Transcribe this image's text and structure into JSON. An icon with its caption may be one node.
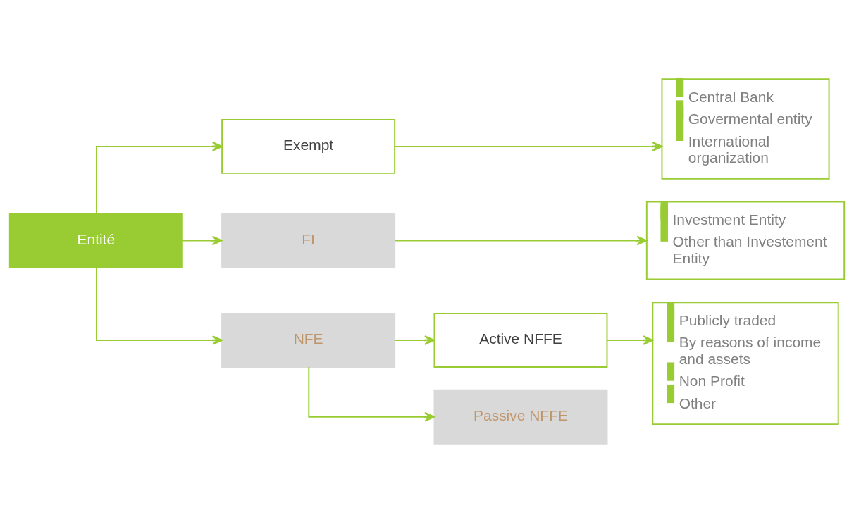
{
  "diagram": {
    "nodes": [
      {
        "text": [
          "Entité"
        ]
      },
      {
        "text": [
          "Exempt"
        ]
      },
      {
        "text": [
          "Central Bank",
          "Govermental entity",
          "International organization"
        ]
      },
      {
        "text": [
          "FI"
        ]
      },
      {
        "text": [
          "Investment Entity",
          "Other than Investement Entity"
        ]
      },
      {
        "text": [
          "NFE"
        ]
      },
      {
        "text": [
          "Active NFFE"
        ]
      },
      {
        "text": [
          "Passive NFFE"
        ]
      },
      {
        "text": [
          "Publicly traded",
          "By reasons of income and assets",
          "Non Profit",
          "Other"
        ]
      }
    ],
    "edges": [
      {
        "from": 0,
        "to": 1,
        "arrow": "to"
      },
      {
        "from": 0,
        "to": 3,
        "arrow": "to"
      },
      {
        "from": 0,
        "to": 5,
        "arrow": "to"
      },
      {
        "from": 1,
        "to": 2,
        "arrow": "to"
      },
      {
        "from": 3,
        "to": 4,
        "arrow": "to"
      },
      {
        "from": 5,
        "to": 6,
        "arrow": "to"
      },
      {
        "from": 5,
        "to": 7,
        "arrow": "to"
      },
      {
        "from": 6,
        "to": 8,
        "arrow": "to"
      }
    ]
  }
}
